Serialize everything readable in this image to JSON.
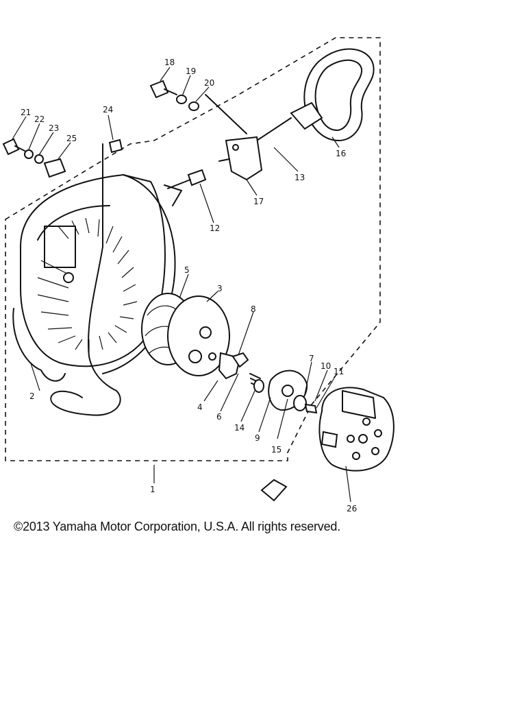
{
  "diagram": {
    "part_numbers": [
      "1",
      "2",
      "3",
      "4",
      "5",
      "6",
      "7",
      "8",
      "9",
      "10",
      "11",
      "12",
      "13",
      "14",
      "15",
      "16",
      "17",
      "18",
      "19",
      "20",
      "21",
      "22",
      "23",
      "24",
      "25",
      "26"
    ]
  },
  "copyright": "©2013 Yamaha Motor Corporation, U.S.A. All rights reserved."
}
